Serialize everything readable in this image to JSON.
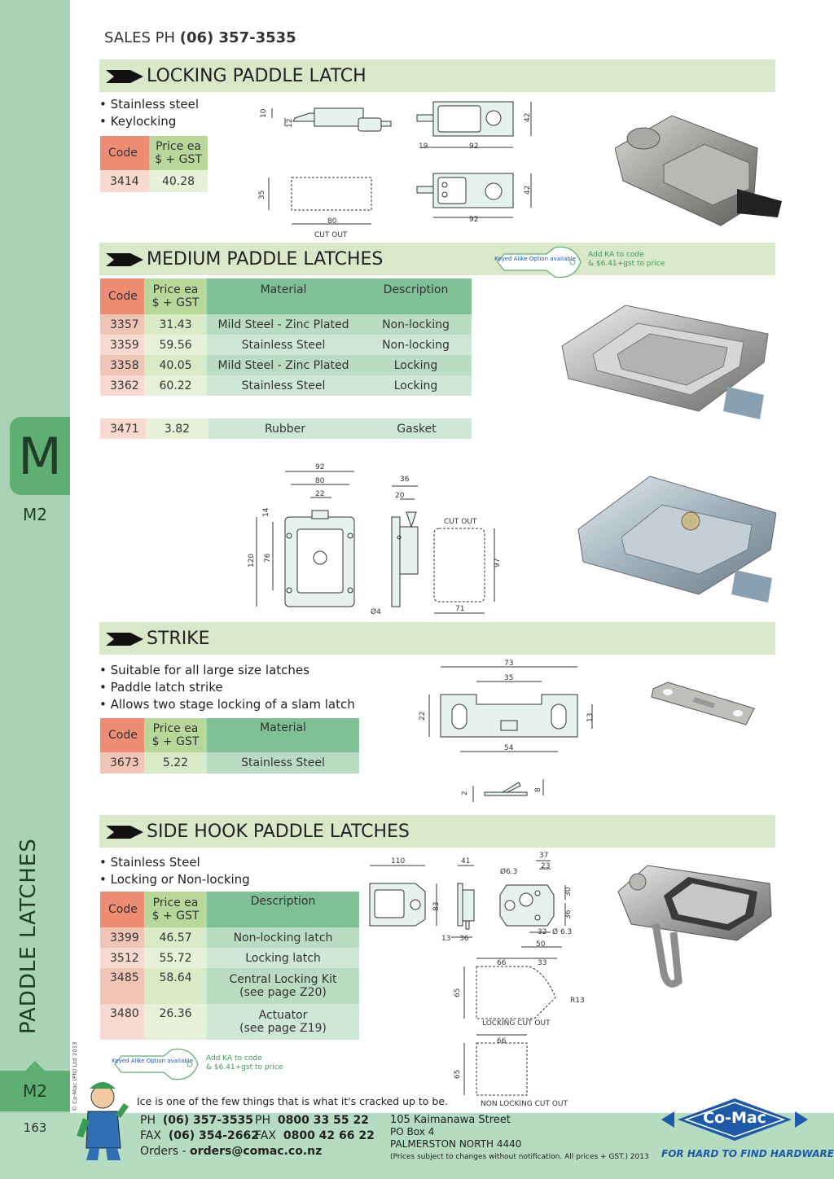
{
  "header": {
    "sales_label": "SALES  PH",
    "sales_phone": "(06) 357-3535"
  },
  "sidebar": {
    "tab_letter": "M",
    "tab_code": "M2",
    "vertical_title": "PADDLE LATCHES",
    "bottom_code": "M2",
    "page_number": "163",
    "copyright": "© Co-Mac (PN) Ltd 2013"
  },
  "keyed_option": {
    "key_text": "Keyed Alike Option available",
    "add_text_1": "Add KA to code",
    "add_text_2": "& $6.41+gst to price"
  },
  "locking": {
    "title": "LOCKING PADDLE LATCH",
    "bullets": [
      "Stainless steel",
      "Keylocking"
    ],
    "headers": {
      "code": "Code",
      "price1": "Price ea",
      "price2": "$ + GST"
    },
    "rows": [
      {
        "code": "3414",
        "price": "40.28"
      }
    ],
    "dims": {
      "d10": "10",
      "d12": "12",
      "d19": "19",
      "d92a": "92",
      "d42a": "42",
      "d35": "35",
      "d80": "80",
      "cutout": "CUT OUT",
      "d42b": "42",
      "d92b": "92"
    }
  },
  "medium": {
    "title": "MEDIUM PADDLE LATCHES",
    "headers": {
      "code": "Code",
      "price1": "Price ea",
      "price2": "$ + GST",
      "material": "Material",
      "description": "Description"
    },
    "rows": [
      {
        "code": "3357",
        "price": "31.43",
        "material": "Mild Steel - Zinc Plated",
        "description": "Non-locking"
      },
      {
        "code": "3359",
        "price": "59.56",
        "material": "Stainless Steel",
        "description": "Non-locking"
      },
      {
        "code": "3358",
        "price": "40.05",
        "material": "Mild Steel - Zinc Plated",
        "description": "Locking"
      },
      {
        "code": "3362",
        "price": "60.22",
        "material": "Stainless Steel",
        "description": "Locking"
      }
    ],
    "gasket": {
      "code": "3471",
      "price": "3.82",
      "material": "Rubber",
      "description": "Gasket"
    },
    "dims": {
      "d92": "92",
      "d80": "80",
      "d22": "22",
      "d14": "14",
      "d120": "120",
      "d76": "76",
      "d4": "Ø4",
      "d36": "36",
      "d20": "20",
      "cutout": "CUT OUT",
      "d97": "97",
      "d71": "71"
    }
  },
  "strike": {
    "title": "STRIKE",
    "bullets": [
      "Suitable for all large size latches",
      "Paddle latch strike",
      "Allows two stage locking of a slam latch"
    ],
    "headers": {
      "code": "Code",
      "price1": "Price ea",
      "price2": "$ + GST",
      "material": "Material"
    },
    "rows": [
      {
        "code": "3673",
        "price": "5.22",
        "material": "Stainless Steel"
      }
    ],
    "dims": {
      "d73": "73",
      "d35": "35",
      "d22": "22",
      "d13": "13",
      "d54": "54",
      "d2": "2",
      "d8": "8"
    }
  },
  "sidehook": {
    "title": "SIDE HOOK PADDLE LATCHES",
    "bullets": [
      "Stainless Steel",
      "Locking or Non-locking"
    ],
    "headers": {
      "code": "Code",
      "price1": "Price ea",
      "price2": "$ + GST",
      "description": "Description"
    },
    "rows": [
      {
        "code": "3399",
        "price": "46.57",
        "desc1": "Non-locking latch",
        "desc2": ""
      },
      {
        "code": "3512",
        "price": "55.72",
        "desc1": "Locking latch",
        "desc2": ""
      },
      {
        "code": "3485",
        "price": "58.64",
        "desc1": "Central Locking Kit",
        "desc2": "(see page Z20)"
      },
      {
        "code": "3480",
        "price": "26.36",
        "desc1": "Actuator",
        "desc2": "(see page Z19)"
      }
    ],
    "dims": {
      "d110": "110",
      "d41": "41",
      "d83": "83",
      "d13": "13",
      "d36a": "36",
      "d37": "37",
      "d23": "23",
      "d63a": "Ø6.3",
      "d30": "30",
      "d36b": "36",
      "d32": "32",
      "d63b": "Ø 6.3",
      "d50": "50",
      "d66a": "66",
      "d33": "33",
      "d65a": "65",
      "r13": "R13",
      "locking_cutout": "LOCKING CUT OUT",
      "d66b": "66",
      "d65b": "65",
      "nonlocking_cutout": "NON LOCKING CUT OUT"
    }
  },
  "footer": {
    "tagline": "Ice is one of the few things that is what it's cracked up to be.",
    "ph_label": "PH",
    "ph": "(06) 357-3535",
    "fax_label": "FAX",
    "fax": "(06) 354-2662",
    "ph2_label": "PH",
    "ph2": "0800 33 55 22",
    "fax2_label": "FAX",
    "fax2": "0800 42 66 22",
    "orders_label": "Orders -",
    "orders": "orders@comac.co.nz",
    "address1": "105 Kaimanawa Street",
    "address2": "PO Box 4",
    "address3": "PALMERSTON NORTH 4440",
    "note": "(Prices subject to changes without notification.  All prices + GST.)  2013",
    "logo": "Co-Mac",
    "slogan": "FOR HARD TO FIND HARDWARE",
    "logo_color": "#1e5aa8"
  }
}
